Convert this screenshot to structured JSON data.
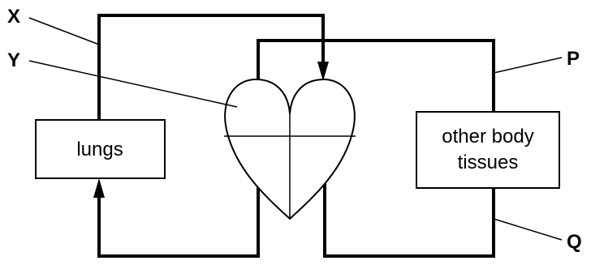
{
  "labels": {
    "x": "X",
    "y": "Y",
    "p": "P",
    "q": "Q"
  },
  "boxes": {
    "lungs": "lungs",
    "tissues_line1": "other body",
    "tissues_line2": "tissues"
  },
  "colors": {
    "line": "#000000",
    "background": "#ffffff"
  }
}
